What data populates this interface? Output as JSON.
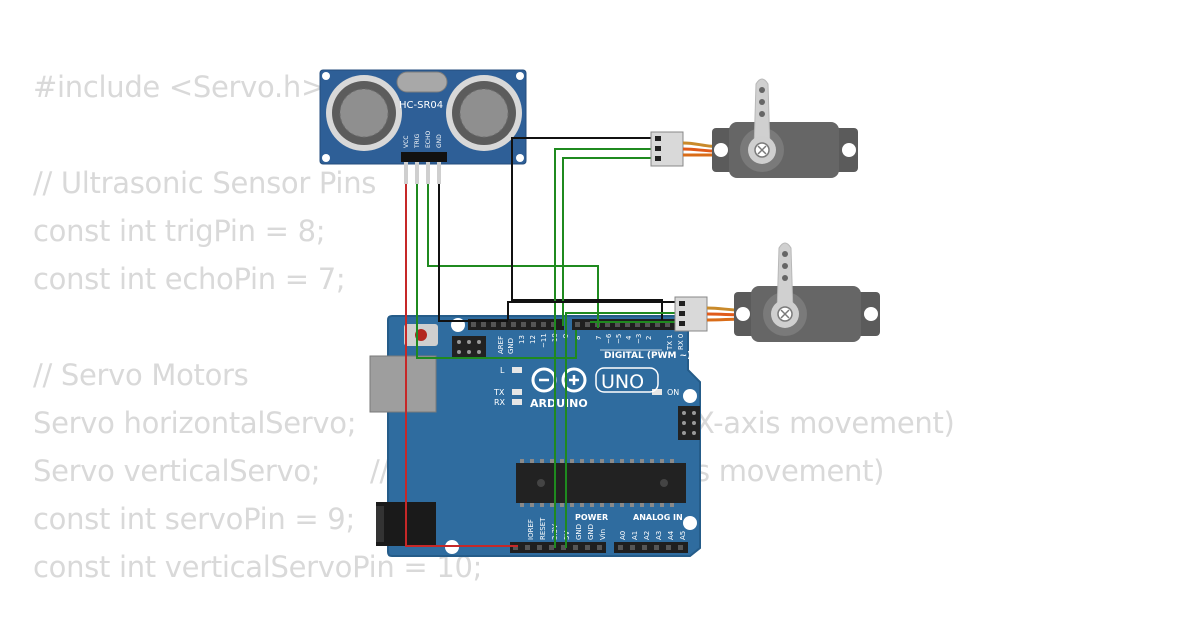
{
  "code": {
    "lines": [
      "#include <Servo.h>",
      "// Ultrasonic Sensor Pins",
      "const int trigPin = 8;",
      "const int echoPin = 7;",
      "// Servo Motors",
      "Servo horizontalServo;",
      "X-axis movement)",
      "Servo verticalServo;",
      "//",
      "s movement)",
      "const int servoPin = 9;",
      "const int verticalServoPin = 10;"
    ]
  },
  "sensor": {
    "model": "HC-SR04",
    "pins": [
      "VCC",
      "TRIG",
      "ECHO",
      "GND"
    ]
  },
  "arduino": {
    "brand": "ARDUINO",
    "model": "UNO",
    "digital_header": "DIGITAL (PWM ~)",
    "power_header": "POWER",
    "analog_header": "ANALOG IN",
    "on_label": "ON",
    "l_label": "L",
    "tx_label": "TX",
    "rx_label": "RX",
    "top_pins": [
      "AREF",
      "GND",
      "13",
      "12",
      "~11",
      "~10",
      "~9",
      "8",
      "7",
      "~6",
      "~5",
      "4",
      "~3",
      "2",
      "TX 1",
      "RX 0"
    ],
    "power_pins": [
      "IOREF",
      "RESET",
      "3.3V",
      "5V",
      "GND",
      "GND",
      "Vin"
    ],
    "analog_pins": [
      "A0",
      "A1",
      "A2",
      "A3",
      "A4",
      "A5"
    ]
  },
  "colors": {
    "code_text": "#d9d9d9",
    "board": "#2f6c9f",
    "sensor_board": "#2e5f97",
    "wire_red": "#c62828",
    "wire_green": "#1f8a1f",
    "wire_black": "#111111",
    "servo_body": "#5b5b5b"
  }
}
